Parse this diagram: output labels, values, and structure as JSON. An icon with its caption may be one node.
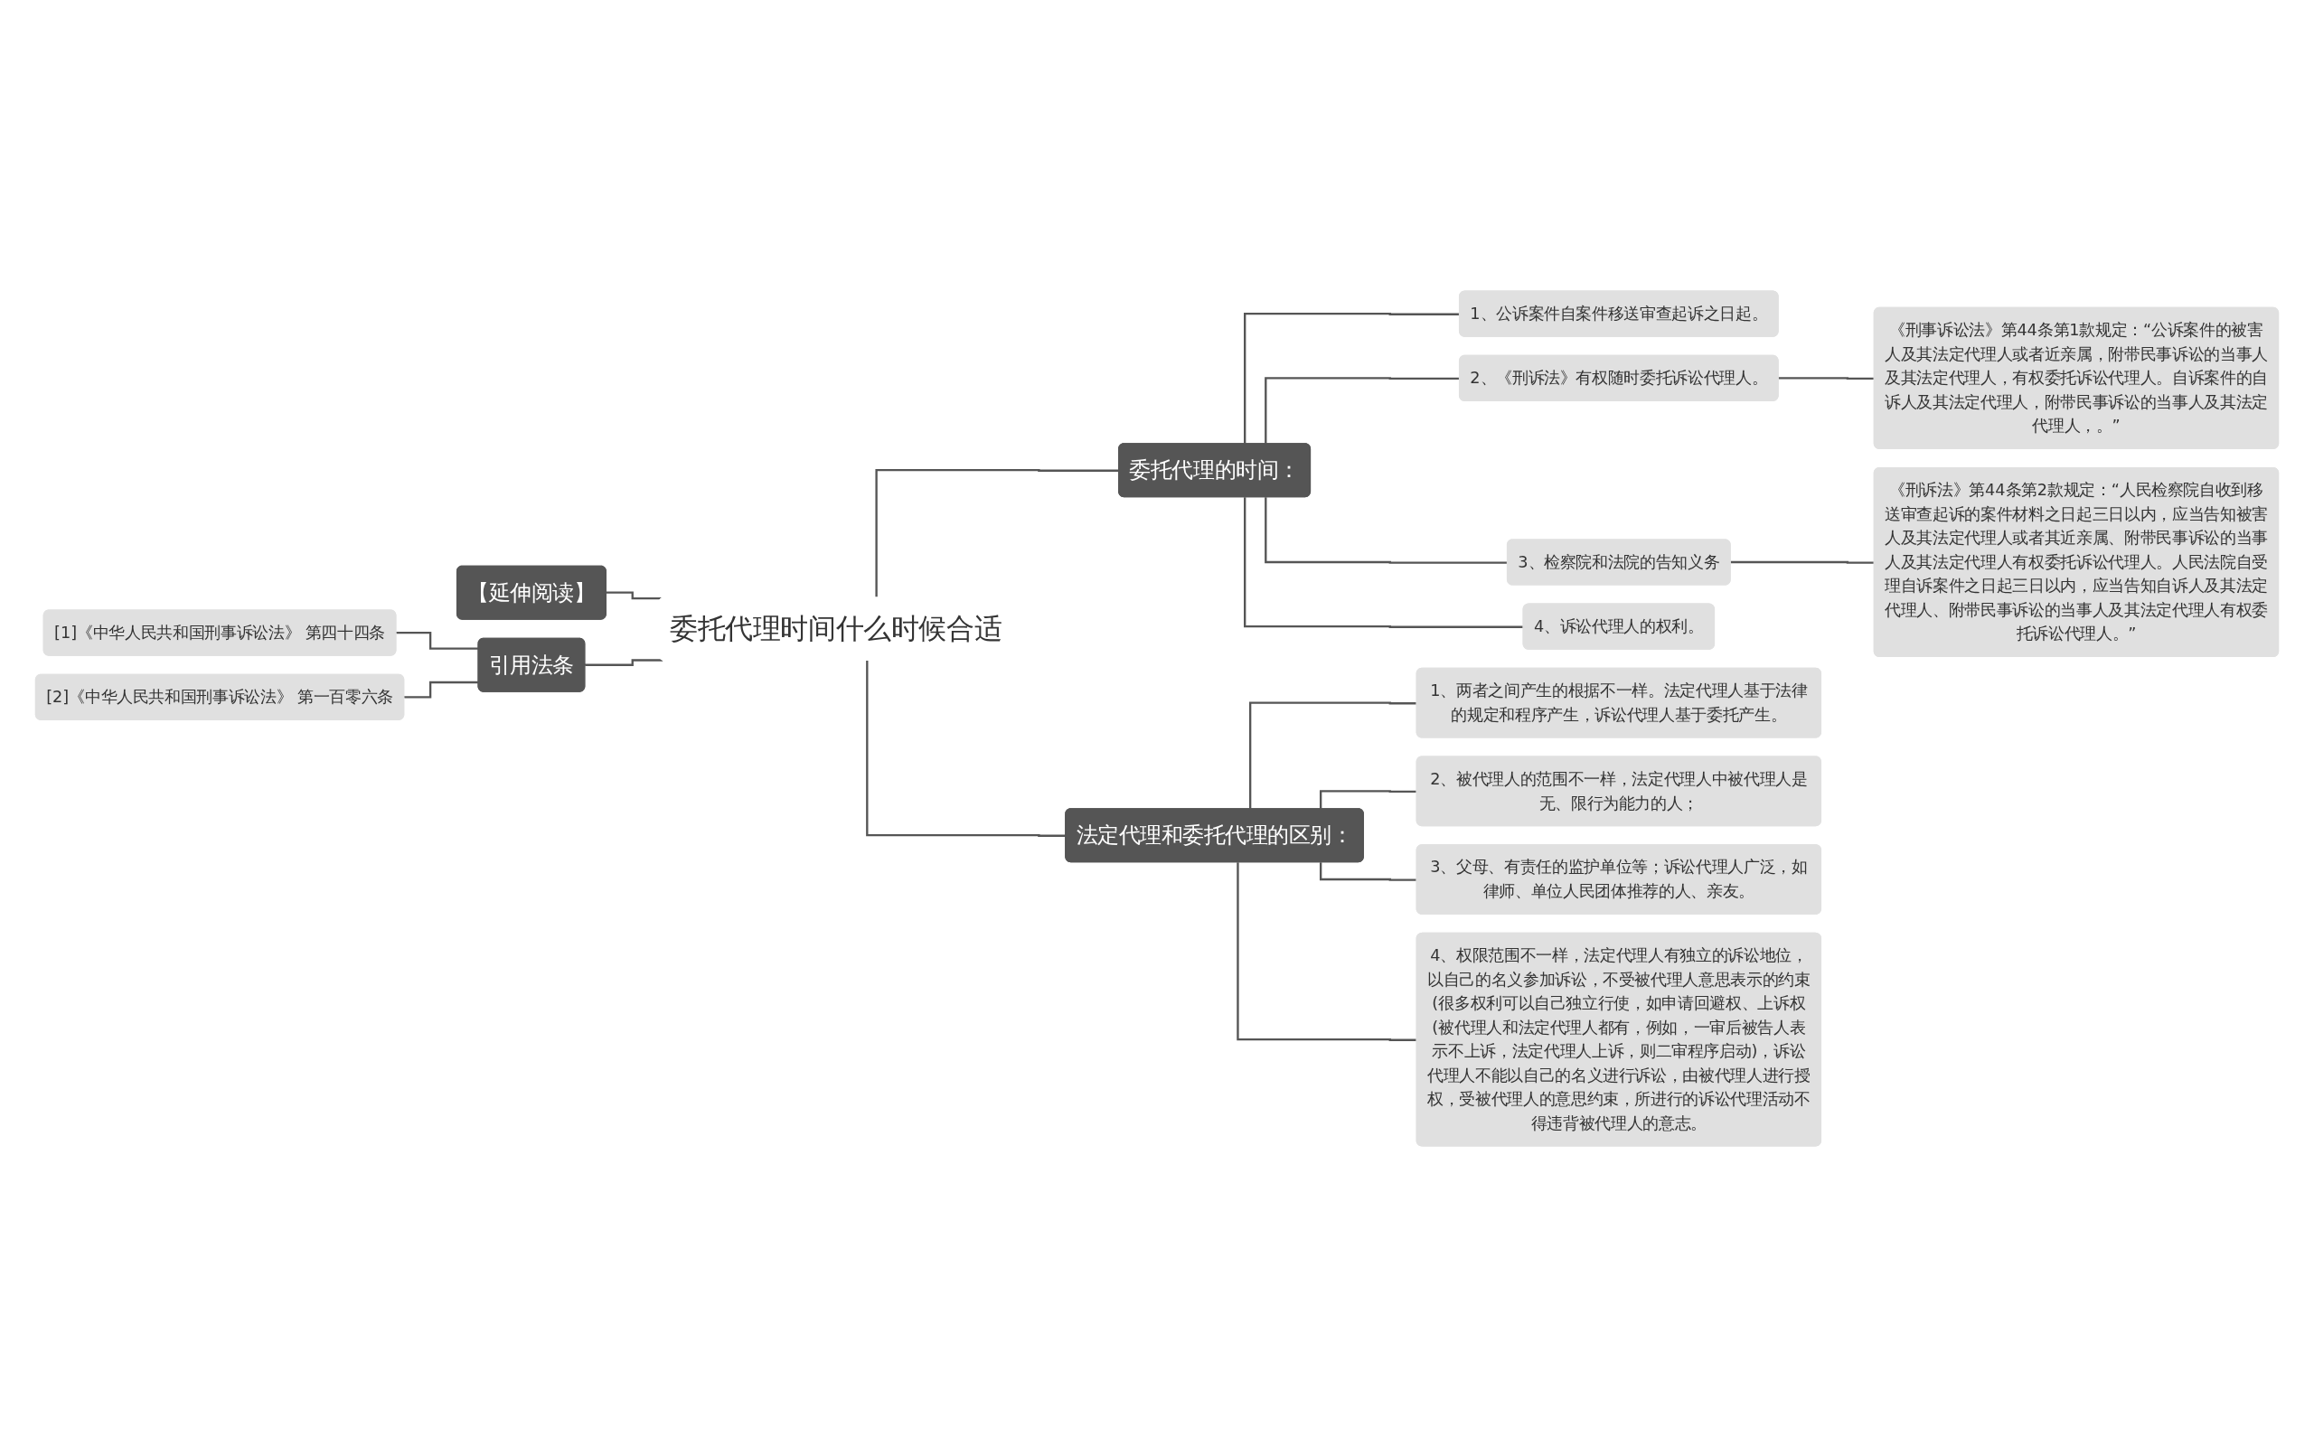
{
  "diagram": {
    "nodes": [
      {
        "text": [
          "委托代理时间什么时候合适"
        ]
      },
      {
        "text": [
          "委托代理的时间："
        ]
      },
      {
        "text": [
          "1、公诉案件自案件移送审查起诉之日起。"
        ]
      },
      {
        "text": [
          "2、《刑诉法》有权随时委托诉讼代理人。"
        ]
      },
      {
        "text": [
          "《刑事诉讼法》第44条第1款规定：“公诉案件的被害人及其法定代理人或者近亲属，附带民事诉讼的当事人及其法定代理人，有权委托诉讼代理人。自诉案件的自诉人及其法定代理人，附带民事诉讼的当事人及其法定代理人，。”"
        ]
      },
      {
        "text": [
          "3、检察院和法院的告知义务"
        ]
      },
      {
        "text": [
          "《刑诉法》第44条第2款规定：“人民检察院自收到移送审查起诉的案件材料之日起三日以内，应当告知被害人及其法定代理人或者其近亲属、附带民事诉讼的当事人及其法定代理人有权委托诉讼代理人。人民法院自受理自诉案件之日起三日以内，应当告知自诉人及其法定代理人、附带民事诉讼的当事人及其法定代理人有权委托诉讼代理人。”"
        ]
      },
      {
        "text": [
          "4、诉讼代理人的权利。"
        ]
      },
      {
        "text": [
          "法定代理和委托代理的区别："
        ]
      },
      {
        "text": [
          "1、两者之间产生的根据不一样。法定代理人基于法律的规定和程序产生，诉讼代理人基于委托产生。"
        ]
      },
      {
        "text": [
          "2、被代理人的范围不一样，法定代理人中被代理人是无、限行为能力的人；"
        ]
      },
      {
        "text": [
          "3、父母、有责任的监护单位等；诉讼代理人广泛，如律师、单位人民团体推荐的人、亲友。"
        ]
      },
      {
        "text": [
          "4、权限范围不一样，法定代理人有独立的诉讼地位，以自己的名义参加诉讼，不受被代理人意思表示的约束(很多权利可以自己独立行使，如申请回避权、上诉权(被代理人和法定代理人都有，例如，一审后被告人表示不上诉，法定代理人上诉，则二审程序启动)，诉讼代理人不能以自己的名义进行诉讼，由被代理人进行授权，受被代理人的意思约束，所进行的诉讼代理活动不得违背被代理人的意志。"
        ]
      },
      {
        "text": [
          "【延伸阅读】"
        ]
      },
      {
        "text": [
          "引用法条"
        ]
      },
      {
        "text": [
          "[1]《中华人民共和国刑事诉讼法》 第四十四条"
        ]
      },
      {
        "text": [
          "[2]《中华人民共和国刑事诉讼法》 第一百零六条"
        ]
      }
    ],
    "edges": [
      {
        "from": 0,
        "to": 1,
        "arrow": "none"
      },
      {
        "from": 1,
        "to": 2,
        "arrow": "none"
      },
      {
        "from": 1,
        "to": 3,
        "arrow": "none"
      },
      {
        "from": 3,
        "to": 4,
        "arrow": "none"
      },
      {
        "from": 1,
        "to": 5,
        "arrow": "none"
      },
      {
        "from": 5,
        "to": 6,
        "arrow": "none"
      },
      {
        "from": 1,
        "to": 7,
        "arrow": "none"
      },
      {
        "from": 0,
        "to": 8,
        "arrow": "none"
      },
      {
        "from": 8,
        "to": 9,
        "arrow": "none"
      },
      {
        "from": 8,
        "to": 10,
        "arrow": "none"
      },
      {
        "from": 8,
        "to": 11,
        "arrow": "none"
      },
      {
        "from": 8,
        "to": 12,
        "arrow": "none"
      },
      {
        "from": 0,
        "to": 13,
        "arrow": "none"
      },
      {
        "from": 0,
        "to": 14,
        "arrow": "none"
      },
      {
        "from": 14,
        "to": 15,
        "arrow": "none"
      },
      {
        "from": 14,
        "to": 16,
        "arrow": "none"
      }
    ]
  }
}
